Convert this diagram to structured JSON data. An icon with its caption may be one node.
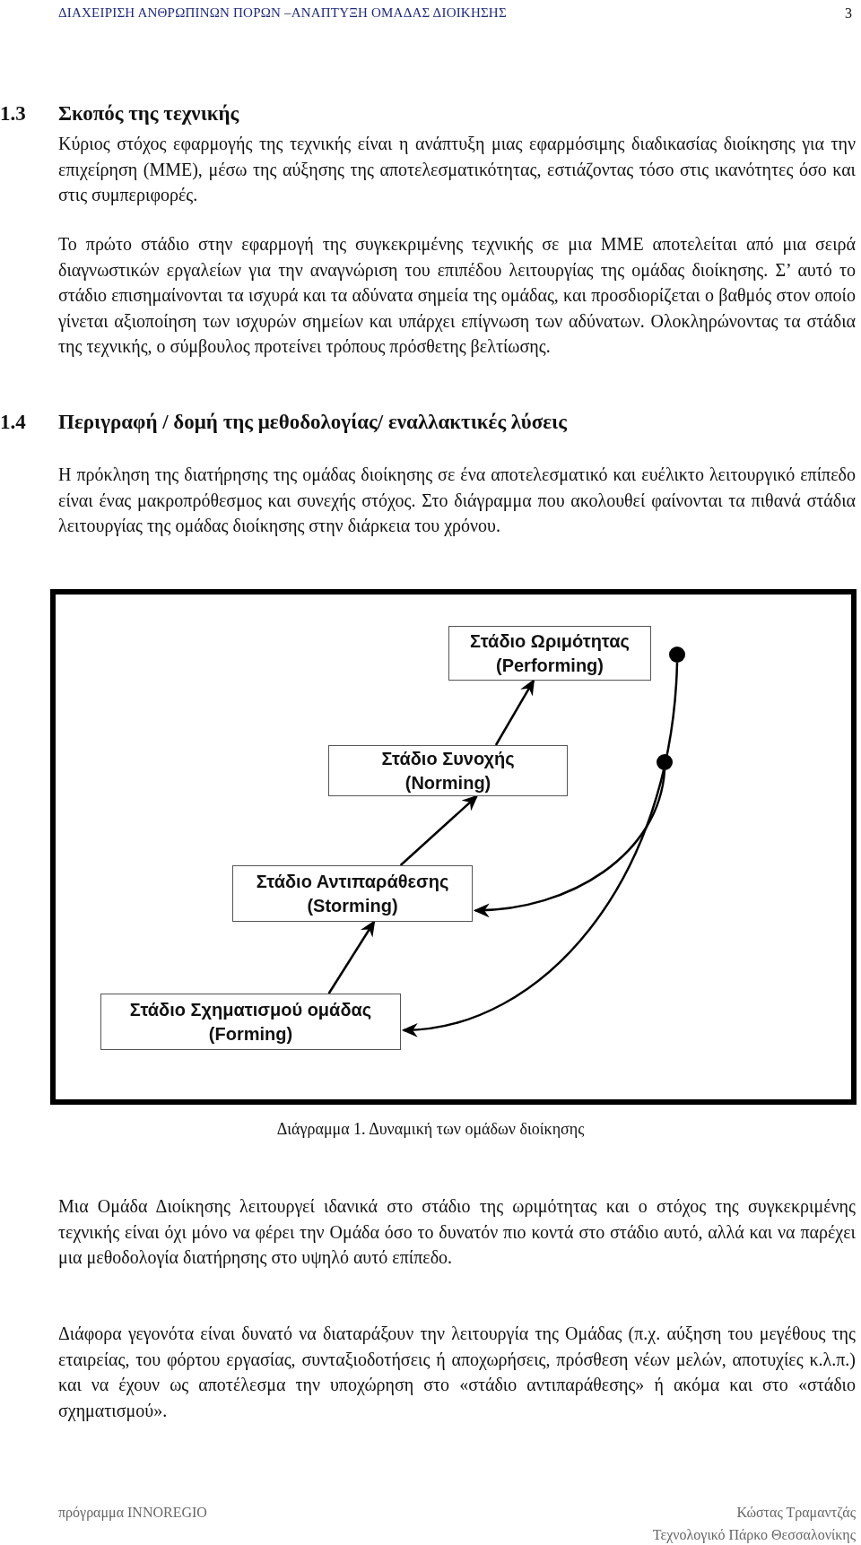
{
  "diagram": {
    "caption": "Διάγραμμα 1. Δυναμική των ομάδων διοίκησης",
    "nodes": [
      {
        "text": [
          "Στάδιο Ωριμότητας (Performing)"
        ]
      },
      {
        "text": [
          "Στάδιο Συνοχής (Norming)"
        ]
      },
      {
        "text": [
          "Στάδιο Αντιπαράθεσης (Storming)"
        ]
      },
      {
        "text": [
          "Στάδιο Σχηματισμού ομάδας (Forming)"
        ]
      },
      {
        "text": [],
        "shape": "circle"
      },
      {
        "text": [],
        "shape": "circle"
      }
    ],
    "edges": [
      {
        "from": 3,
        "to": 2,
        "arrow": "to"
      },
      {
        "from": 2,
        "to": 1,
        "arrow": "to"
      },
      {
        "from": 1,
        "to": 0,
        "arrow": "to"
      },
      {
        "from": 4,
        "to": 3,
        "arrow": "to"
      },
      {
        "from": 5,
        "to": 2,
        "arrow": "to"
      }
    ],
    "labels": [
      "ΔΙΑΧΕΙΡΙΣΗ ΑΝΘΡΩΠΙΝΩΝ ΠΟΡΩΝ –ΑΝΑΠΤΥΞΗ ΟΜΑΔΑΣ ΔΙΟΙΚΗΣΗΣ",
      "3",
      "1.3",
      "Σκοπός της τεχνικής",
      "Κύριος στόχος εφαρμογής της τεχνικής είναι η ανάπτυξη μιας εφαρμόσιμης διαδικασίας διοίκησης για την επιχείρηση (ΜΜΕ), μέσω της αύξησης της αποτελεσματικότητας, εστιάζοντας τόσο στις ικανότητες όσο και στις συμπεριφορές.",
      "Το πρώτο στάδιο στην εφαρμογή της συγκεκριμένης τεχνικής σε μια ΜΜΕ αποτελείται από μια σειρά διαγνωστικών εργαλείων για την αναγνώριση του επιπέδου λειτουργίας της ομάδας διοίκησης. Σ’ αυτό το στάδιο επισημαίνονται τα ισχυρά και τα αδύνατα σημεία της ομάδας, και προσδιορίζεται ο βαθμός στον οποίο γίνεται αξιοποίηση των ισχυρών σημείων και υπάρχει επίγνωση των αδύνατων. Ολοκληρώνοντας τα στάδια της τεχνικής, ο σύμβουλος προτείνει τρόπους πρόσθετης βελτίωσης.",
      "1.4",
      "Περιγραφή / δομή της μεθοδολογίας/ εναλλακτικές λύσεις",
      "Η πρόκληση της διατήρησης της ομάδας διοίκησης σε ένα αποτελεσματικό και ευέλικτο λειτουργικό επίπεδο είναι ένας μακροπρόθεσμος και συνεχής στόχος. Στο διάγραμμα που ακολουθεί φαίνονται τα πιθανά στάδια λειτουργίας της ομάδας διοίκησης στην διάρκεια του χρόνου.",
      "Μια Ομάδα Διοίκησης λειτουργεί ιδανικά στο στάδιο της ωριμότητας και ο στόχος της συγκεκριμένης τεχνικής είναι όχι μόνο να φέρει την Ομάδα όσο το δυνατόν πιο κοντά στο στάδιο αυτό, αλλά και να παρέχει μια μεθοδολογία διατήρησης στο υψηλό αυτό επίπεδο.",
      "Διάφορα γεγονότα είναι δυνατό να διαταράξουν την λειτουργία της Ομάδας (π.χ. αύξηση του μεγέθους της εταιρείας, του φόρτου εργασίας, συνταξιοδοτήσεις ή αποχωρήσεις, πρόσθεση νέων μελών, αποτυχίες κ.λ.π.) και να έχουν ως αποτέλεσμα την υποχώρηση στο «στάδιο αντιπαράθεσης» ή ακόμα και στο «στάδιο σχηματισμού».",
      "πρόγραμμα INNOREGIO",
      "Κώστας Τραμαντζάς",
      "Τεχνολογικό Πάρκο Θεσσαλονίκης"
    ]
  }
}
